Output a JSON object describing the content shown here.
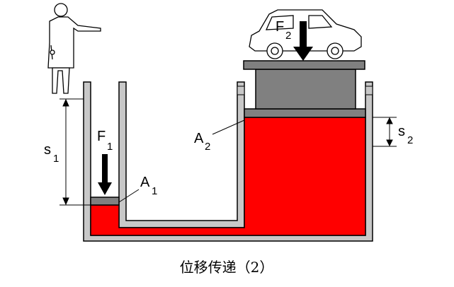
{
  "labels": {
    "force_small": {
      "main": "F",
      "sub": "1"
    },
    "force_large": {
      "main": "F",
      "sub": "2"
    },
    "area_small": {
      "main": "A",
      "sub": "1"
    },
    "area_large": {
      "main": "A",
      "sub": "2"
    },
    "disp_small": {
      "main": "s",
      "sub": "1"
    },
    "disp_large": {
      "main": "s",
      "sub": "2"
    }
  },
  "caption": "位移传递（2）",
  "colors": {
    "fluid": "#ff0000",
    "container_fill": "#c8c8c8",
    "piston": "#808080",
    "background": "#ffffff"
  },
  "icons": [
    "scientist-figure",
    "car-icon",
    "down-arrow-icon"
  ]
}
